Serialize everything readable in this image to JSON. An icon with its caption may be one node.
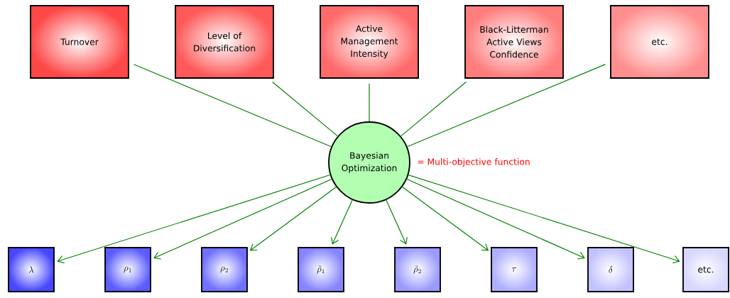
{
  "diagram": {
    "nodes": [
      {
        "text": [
          "Turnover"
        ]
      },
      {
        "text": [
          "Level of Diversification"
        ]
      },
      {
        "text": [
          "Active Management Intensity"
        ]
      },
      {
        "text": [
          "Black-Litterman Active Views Confidence"
        ]
      },
      {
        "text": [
          "etc."
        ]
      },
      {
        "text": [
          "Bayesian Optimization"
        ],
        "beside": [
          "= Multi-objective function"
        ]
      },
      {
        "text": [
          "\\lambda"
        ]
      },
      {
        "text": [
          "\\rho_1"
        ]
      },
      {
        "text": [
          "\\rho_2"
        ]
      },
      {
        "text": [
          "\\tilde{\\rho}_1"
        ]
      },
      {
        "text": [
          "\\tilde{\\rho}_2"
        ]
      },
      {
        "text": [
          "\\tau"
        ]
      },
      {
        "text": [
          "\\delta"
        ]
      },
      {
        "text": [
          "etc."
        ]
      }
    ],
    "edges": [
      {
        "from": 0,
        "to": 5,
        "arrow": "none"
      },
      {
        "from": 1,
        "to": 5,
        "arrow": "none"
      },
      {
        "from": 2,
        "to": 5,
        "arrow": "none"
      },
      {
        "from": 3,
        "to": 5,
        "arrow": "none"
      },
      {
        "from": 4,
        "to": 5,
        "arrow": "none"
      },
      {
        "from": 5,
        "to": 6,
        "arrow": "to"
      },
      {
        "from": 5,
        "to": 7,
        "arrow": "to"
      },
      {
        "from": 5,
        "to": 8,
        "arrow": "to"
      },
      {
        "from": 5,
        "to": 9,
        "arrow": "to"
      },
      {
        "from": 5,
        "to": 10,
        "arrow": "to"
      },
      {
        "from": 5,
        "to": 11,
        "arrow": "to"
      },
      {
        "from": 5,
        "to": 12,
        "arrow": "to"
      },
      {
        "from": 5,
        "to": 13,
        "arrow": "to"
      }
    ]
  }
}
